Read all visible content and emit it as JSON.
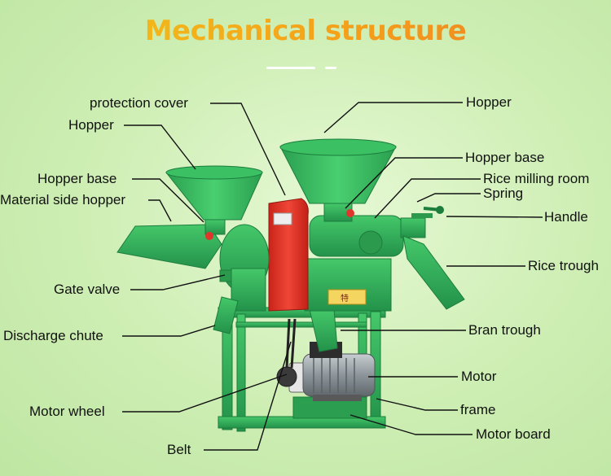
{
  "title": "Mechanical structure",
  "colors": {
    "title_start": "#f2c51a",
    "title_end": "#ee7a22",
    "machine_green": "#2fae55",
    "cover_red": "#e0352b",
    "motor_gray": "#9aa3a8",
    "background": "#cdeeb3"
  },
  "labels": {
    "protection_cover": "protection cover",
    "hopper_right": "Hopper",
    "hopper_left": "Hopper",
    "hopper_base_right": "Hopper base",
    "rice_milling_room": "Rice milling room",
    "hopper_base_left": "Hopper base",
    "spring": "Spring",
    "material_side_hopper": "Material side hopper",
    "handle": "Handle",
    "rice_trough": "Rice trough",
    "gate_valve": "Gate valve",
    "discharge_chute": "Discharge chute",
    "bran_trough": "Bran trough",
    "motor": "Motor",
    "motor_wheel": "Motor wheel",
    "frame": "frame",
    "motor_board": "Motor board",
    "belt": "Belt"
  },
  "machine_badge": "特"
}
